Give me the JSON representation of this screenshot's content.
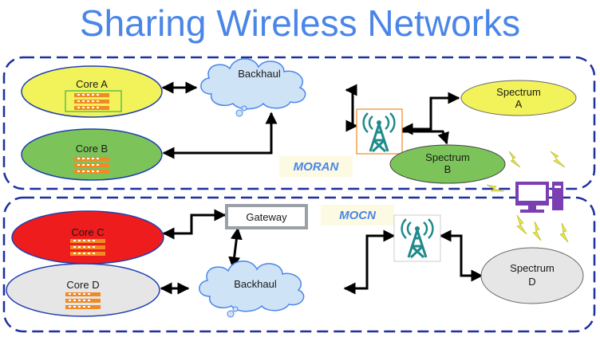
{
  "title": "Sharing Wireless Networks",
  "sections": {
    "moran_label": "MORAN",
    "mocn_label": "MOCN"
  },
  "nodes": {
    "core_a": "Core A",
    "core_b": "Core B",
    "core_c": "Core C",
    "core_d": "Core D",
    "backhaul_top": "Backhaul",
    "backhaul_bottom": "Backhaul",
    "gateway": "Gateway",
    "spectrum_a_line1": "Spectrum",
    "spectrum_a_line2": "A",
    "spectrum_b_line1": "Spectrum",
    "spectrum_b_line2": "B",
    "spectrum_d_line1": "Spectrum",
    "spectrum_d_line2": "D"
  },
  "colors": {
    "title": "#4a86e8",
    "frame": "#1f2f9e",
    "core_a": "#f2f25a",
    "core_b": "#7cc45a",
    "core_c": "#ee1c1c",
    "core_d": "#e6e6e6",
    "cloud": "#cfe3f7",
    "spectrum_a": "#f2f25a",
    "spectrum_b": "#7cc45a",
    "spectrum_d": "#e6e6e6",
    "tower": "#1e8a8a",
    "server": "#f08a24",
    "user_device": "#7b3fb3",
    "lightning": "#e6e64a"
  },
  "icons": [
    "server-rack-icon",
    "cell-tower-icon",
    "desktop-computer-icon",
    "lightning-icon"
  ]
}
